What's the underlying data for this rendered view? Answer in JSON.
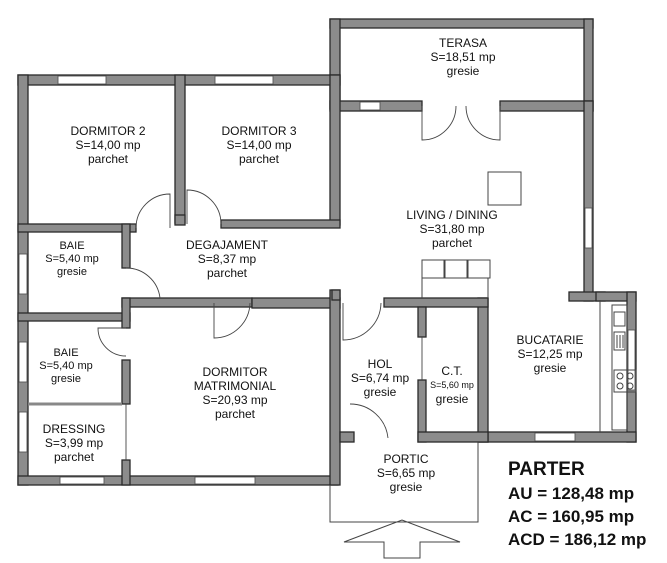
{
  "rooms": {
    "terasa": {
      "name": "TERASA",
      "area": "S=18,51 mp",
      "floor": "gresie"
    },
    "dormitor2": {
      "name": "DORMITOR 2",
      "area": "S=14,00 mp",
      "floor": "parchet"
    },
    "dormitor3": {
      "name": "DORMITOR 3",
      "area": "S=14,00 mp",
      "floor": "parchet"
    },
    "living": {
      "name": "LIVING / DINING",
      "area": "S=31,80 mp",
      "floor": "parchet"
    },
    "baie1": {
      "name": "BAIE",
      "area": "S=5,40 mp",
      "floor": "gresie"
    },
    "degajament": {
      "name": "DEGAJAMENT",
      "area": "S=8,37 mp",
      "floor": "parchet"
    },
    "baie2": {
      "name": "BAIE",
      "area": "S=5,40 mp",
      "floor": "gresie"
    },
    "dormitor_matrimonial": {
      "name_line1": "DORMITOR",
      "name_line2": "MATRIMONIAL",
      "area": "S=20,93 mp",
      "floor": "parchet"
    },
    "hol": {
      "name": "HOL",
      "area": "S=6,74 mp",
      "floor": "gresie"
    },
    "ct": {
      "name": "C.T.",
      "area": "S=5,60 mp",
      "floor": "gresie"
    },
    "bucatarie": {
      "name": "BUCATARIE",
      "area": "S=12,25 mp",
      "floor": "gresie"
    },
    "dressing": {
      "name": "DRESSING",
      "area": "S=3,99 mp",
      "floor": "parchet"
    },
    "portic": {
      "name": "PORTIC",
      "area": "S=6,65 mp",
      "floor": "gresie"
    }
  },
  "summary": {
    "title": "PARTER",
    "au": "AU = 128,48 mp",
    "ac": "AC = 160,95 mp",
    "acd": "ACD = 186,12 mp"
  },
  "colors": {
    "wall": "#8c8c8c",
    "wall_outline": "#2a2a2a",
    "background": "#ffffff"
  }
}
